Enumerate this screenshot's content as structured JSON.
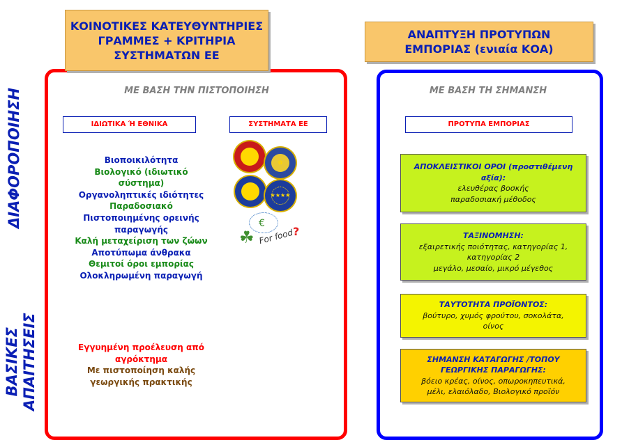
{
  "header_left": {
    "line1": "ΚΟΙΝΟΤΙΚΕΣ ΚΑΤΕΥΘΥΝΤΗΡΙΕΣ",
    "line2": "ΓΡΑΜΜΕΣ + ΚΡΙΤΗΡΙΑ",
    "line3": "ΣΥΣΤΗΜΑΤΩΝ ΕΕ"
  },
  "header_right": {
    "line1": "ΑΝΑΠΤΥΞΗ ΠΡΟΤΥΠΩΝ",
    "line2": "ΕΜΠΟΡΙΑΣ (ενιαία ΚΟΑ)"
  },
  "side_labels": {
    "top": "ΔΙΑΦΟΡΟΠΟΙΗΣΗ",
    "bottom_line1": "ΒΑΣΙΚΕΣ",
    "bottom_line2": "ΑΠΑΙΤΗΣΕΙΣ"
  },
  "left_panel": {
    "basis": "ΜΕ ΒΑΣΗ ΤΗΝ ΠΙΣΤΟΠΟΙΗΣΗ",
    "tag_private": "ΙΔΙΩΤΙΚΑ Ή ΕΘΝΙΚΑ",
    "tag_eu": "ΣΥΣΤΗΜΑΤΑ ΕΕ",
    "private_items": [
      "Βιοποικιλότητα",
      "Βιολογικό (ιδιωτικό",
      "σύστημα)",
      "Οργανοληπτικές ιδιότητες",
      "Παραδοσιακό",
      "Πιστοποιημένης ορεινής",
      "παραγωγής",
      "Καλή μεταχείριση των ζώων",
      "Αποτύπωμα άνθρακα",
      "Θεμιτοί όροι εμπορίας",
      "Ολοκληρωμένη παραγωγή"
    ],
    "basic_items": [
      "Εγγυημένη προέλευση από",
      "αγρόκτημα",
      "Με πιστοποίηση καλής",
      "γεωργικής πρακτικής"
    ],
    "eu_seals": [
      "pdo-seal-icon",
      "organic-seal-icon",
      "pgi-seal-icon",
      "eu-organic-seal-icon"
    ],
    "forfood_logo": {
      "text": "For food",
      "mark": "?"
    }
  },
  "right_panel": {
    "basis": "ΜΕ ΒΑΣΗ ΤΗ ΣΗΜΑΝΣΗ",
    "tag_trade": "ΠΡΟΤΥΠΑ ΕΜΠΟΡΙΑΣ",
    "boxes": {
      "exclusive": {
        "heading_line1": "ΑΠΟΚΛΕΙΣΤΙΚΟΙ ΟΡΟΙ (προστιθέμενη",
        "heading_line2": "αξία):",
        "line1": "ελευθέρας βοσκής",
        "line2": "παραδοσιακή μέθοδος"
      },
      "classification": {
        "heading": "ΤΑΞΙΝΟΜΗΣΗ:",
        "line1": "εξαιρετικής ποιότητας, κατηγορίας 1,",
        "line2": "κατηγορίας 2",
        "line3": "μεγάλο, μεσαίο, μικρό μέγεθος"
      },
      "identity": {
        "heading": "ΤΑΥΤΟΤΗΤΑ ΠΡΟΪΟΝΤΟΣ:",
        "line1": "βούτυρο, χυμός φρούτου, σοκολάτα,",
        "line2": "οίνος"
      },
      "origin": {
        "heading_line1": "ΣΗΜΑΝΣΗ ΚΑΤΑΓΩΓΗΣ /ΤΟΠΟΥ",
        "heading_line2": "ΓΕΩΡΓΙΚΗΣ ΠΑΡΑΓΩΓΗΣ:",
        "line1": "βόειο κρέας, οίνος, οπωροκηπευτικά,",
        "line2": "μέλι, ελαιόλαδο, Βιολογικό προϊόν"
      }
    }
  },
  "colors": {
    "header_fill": "#f9c66b",
    "title_blue": "#0a1fb4",
    "left_border": "#ff0000",
    "right_border": "#0000ff",
    "lime_box": "#c6f21e",
    "yellow_box": "#f4f400",
    "orange_box": "#ffd000"
  }
}
